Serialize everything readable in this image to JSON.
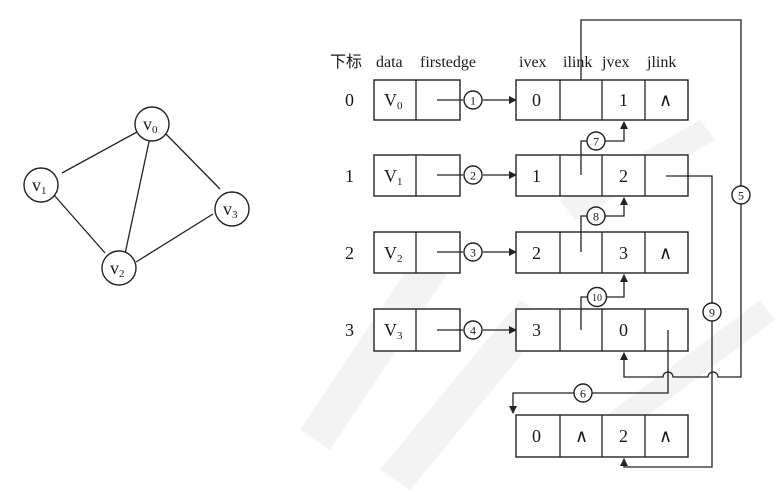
{
  "graph": {
    "vertices": [
      {
        "id": "v0",
        "label": "v",
        "sub": "0"
      },
      {
        "id": "v1",
        "label": "v",
        "sub": "1"
      },
      {
        "id": "v2",
        "label": "v",
        "sub": "2"
      },
      {
        "id": "v3",
        "label": "v",
        "sub": "3"
      }
    ],
    "edges": [
      [
        "v0",
        "v1"
      ],
      [
        "v0",
        "v2"
      ],
      [
        "v0",
        "v3"
      ],
      [
        "v1",
        "v2"
      ],
      [
        "v2",
        "v3"
      ]
    ]
  },
  "headers": {
    "index": "下标",
    "data": "data",
    "firstedge": "firstedge",
    "ivex": "ivex",
    "ilink": "ilink",
    "jvex": "jvex",
    "jlink": "jlink"
  },
  "vertex_table": [
    {
      "index": "0",
      "data": "V",
      "sub": "0"
    },
    {
      "index": "1",
      "data": "V",
      "sub": "1"
    },
    {
      "index": "2",
      "data": "V",
      "sub": "2"
    },
    {
      "index": "3",
      "data": "V",
      "sub": "3"
    }
  ],
  "edge_nodes": [
    {
      "ivex": "0",
      "ilink": "",
      "jvex": "1",
      "jlink": "∧"
    },
    {
      "ivex": "1",
      "ilink": "",
      "jvex": "2",
      "jlink": ""
    },
    {
      "ivex": "2",
      "ilink": "",
      "jvex": "3",
      "jlink": "∧"
    },
    {
      "ivex": "3",
      "ilink": "",
      "jvex": "0",
      "jlink": ""
    },
    {
      "ivex": "0",
      "ilink": "∧",
      "jvex": "2",
      "jlink": "∧"
    }
  ],
  "pointer_labels": [
    "①",
    "②",
    "③",
    "④",
    "⑤",
    "⑥",
    "⑦",
    "⑧",
    "⑨",
    "⑩"
  ]
}
